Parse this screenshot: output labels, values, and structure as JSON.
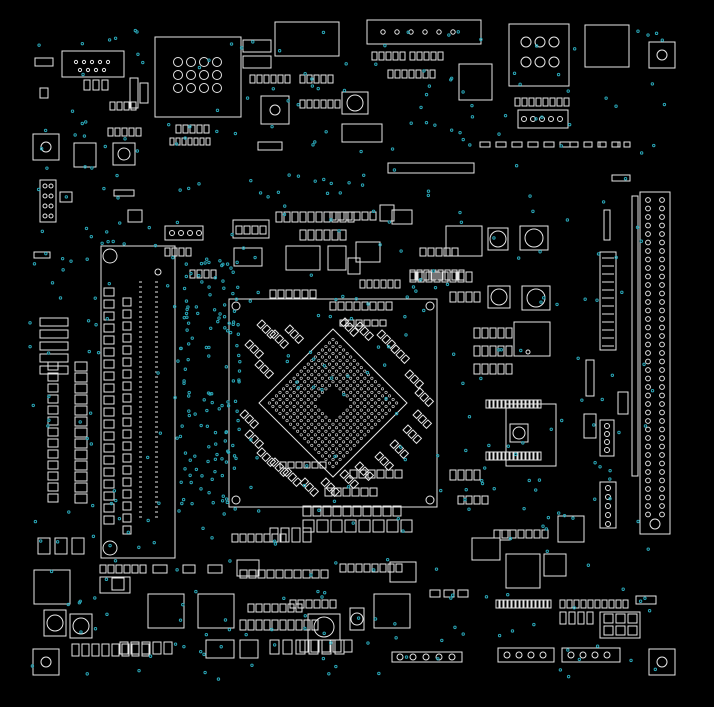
{
  "diagram": {
    "type": "pcb-layout",
    "colors": {
      "background": "#000000",
      "silkscreen": "#e6e6e6",
      "via": "#2aa7b8"
    },
    "components": [
      {
        "kind": "cpu-bga",
        "name": "main-processor-bga"
      },
      {
        "kind": "cpu-socket-outline",
        "name": "processor-keepout-outline"
      },
      {
        "kind": "memory-slot",
        "name": "dimm-slot-left"
      },
      {
        "kind": "pci-slot",
        "name": "expansion-slot-right"
      },
      {
        "kind": "port",
        "name": "io-port-vga"
      },
      {
        "kind": "port",
        "name": "io-port-usb-stack"
      },
      {
        "kind": "port",
        "name": "io-port-serial"
      },
      {
        "kind": "port",
        "name": "io-port-lan"
      },
      {
        "kind": "chipset",
        "name": "southbridge-chip"
      },
      {
        "kind": "chipset",
        "name": "super-io-chip"
      },
      {
        "kind": "mounting-hole",
        "name": "mounting-hole"
      }
    ]
  }
}
